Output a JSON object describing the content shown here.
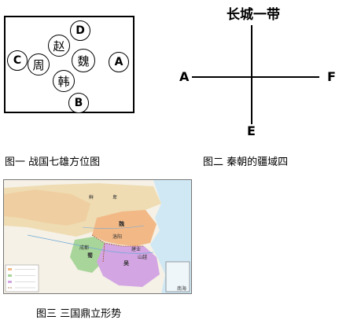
{
  "figure1": {
    "caption": "图一  战国七雄方位图",
    "states": {
      "zhao": "赵",
      "wei": "魏",
      "zhou": "周",
      "han": "韩",
      "c": "C",
      "d": "D",
      "a": "A",
      "b": "B"
    }
  },
  "figure2": {
    "caption": "图二   秦朝的疆域四",
    "top_label": "长城一带",
    "left_label": "A",
    "right_label": "F",
    "bottom_label": "E"
  },
  "figure3": {
    "caption": "图三  三国鼎立形势",
    "map_labels": {
      "xianbei": "鲜",
      "bei": "卑",
      "wei_state": "魏",
      "shu_state": "蜀",
      "wu_state": "吴",
      "chengdu": "成都",
      "luoyang": "洛阳",
      "shanyue": "山越",
      "jianye": "建业",
      "nanhai": "南海"
    },
    "colors": {
      "wei": "#f2b987",
      "shu": "#a8d59a",
      "wu": "#d3a6e3",
      "north": "#efdcb3",
      "sea": "#cfe8f4"
    }
  }
}
